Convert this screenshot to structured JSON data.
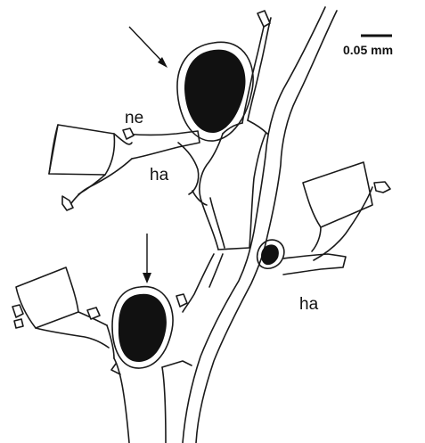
{
  "scale_bar": {
    "label": "0.05 mm"
  },
  "labels": {
    "nematotheca": "ne",
    "hydrotheca_upper_left": "ha",
    "hydrotheca_right": "ha"
  },
  "colors": {
    "ink": "#111111",
    "background": "#ffffff"
  }
}
